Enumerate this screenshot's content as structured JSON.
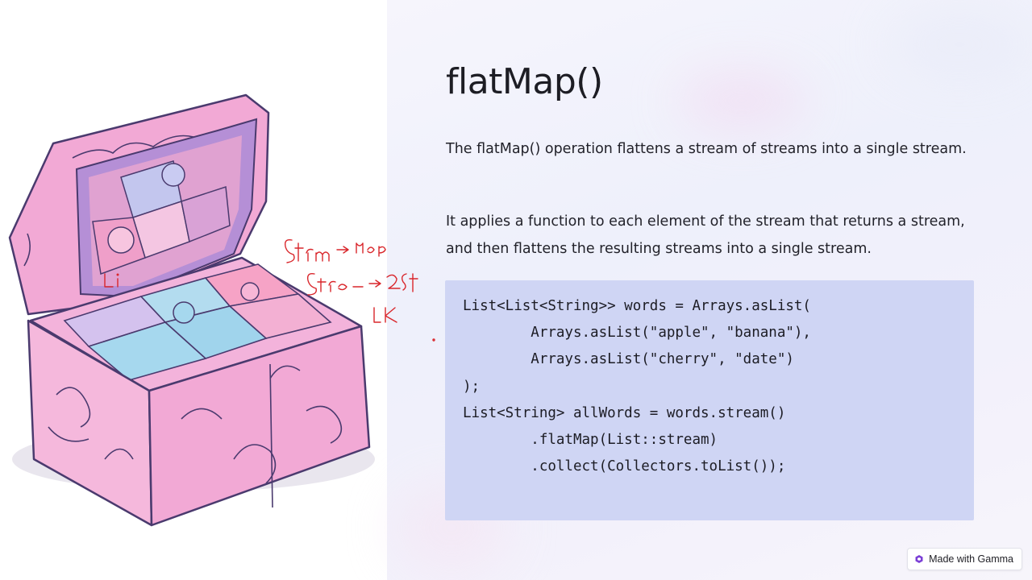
{
  "slide": {
    "title": "flatMap()",
    "paragraph_1": "The flatMap() operation flattens a stream of streams into a single stream.",
    "paragraph_2_line_1": "It applies a function to each element of the stream that returns a stream,",
    "paragraph_2_line_2": "and then flattens the resulting streams into a single stream."
  },
  "code": {
    "lines": [
      "List<List<String>> words = Arrays.asList(",
      "        Arrays.asList(\"apple\", \"banana\"),",
      "        Arrays.asList(\"cherry\", \"date\")",
      ");",
      "List<String> allWords = words.stream()",
      "        .flatMap(List::stream)",
      "        .collect(Collectors.toList());"
    ]
  },
  "badge": {
    "label": "Made with Gamma",
    "icon": "gamma-logo-icon"
  },
  "illustration": {
    "icon": "puzzle-treasure-chest-illustration"
  },
  "colors": {
    "code_background": "#cfd5f4",
    "annotation_ink": "#d9262b",
    "chest_pink": "#f4b6dc",
    "chest_outline": "#4a3a6e",
    "puzzle_blue": "#a6d8ee"
  }
}
